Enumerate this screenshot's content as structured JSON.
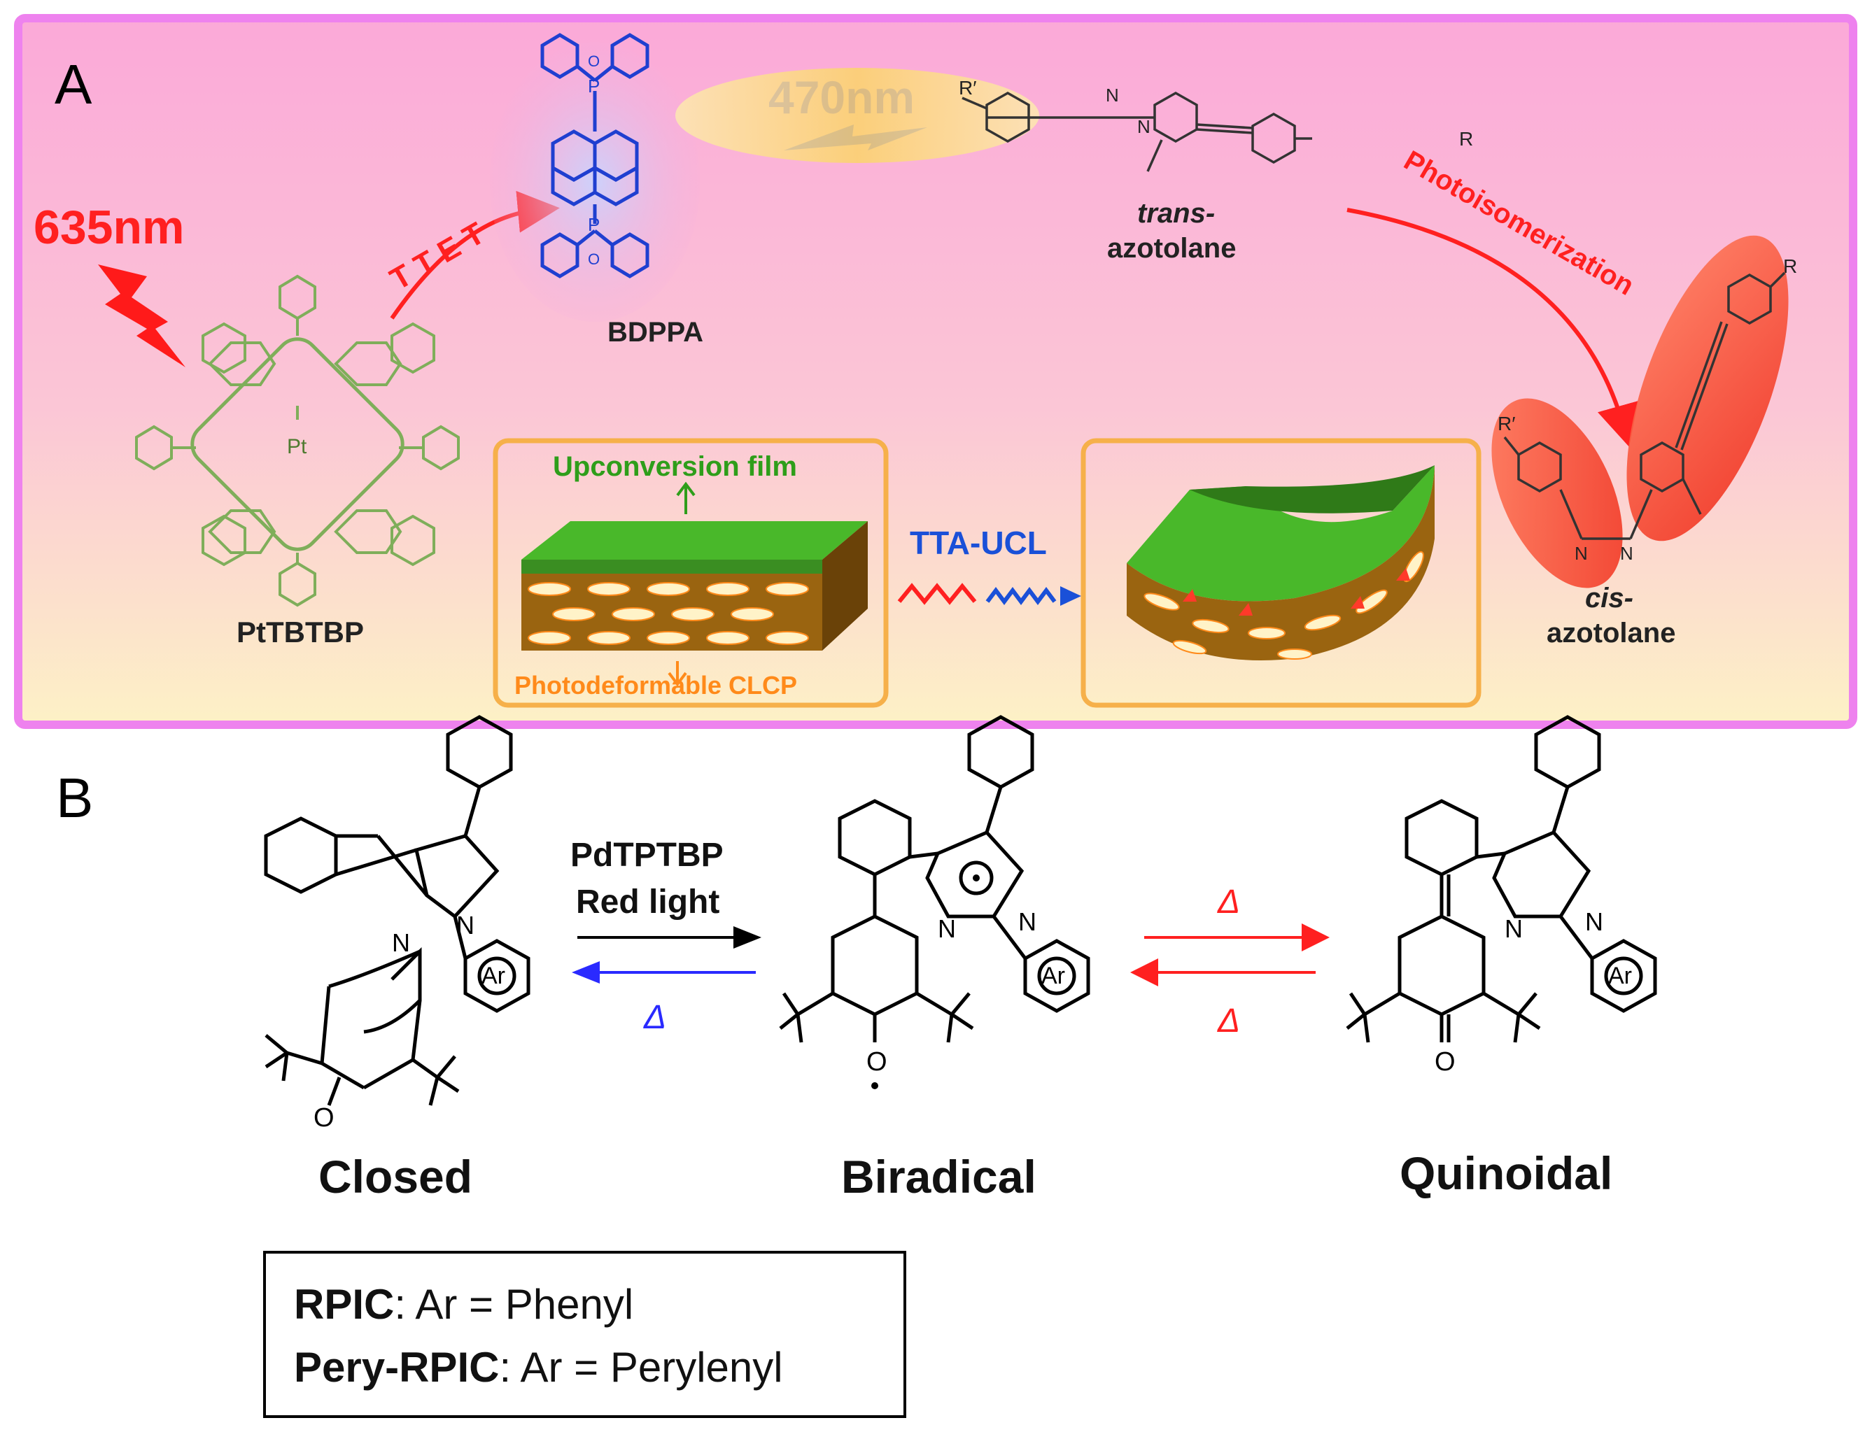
{
  "panel_a": {
    "label": "A",
    "wavelength_red": "635nm",
    "wavelength_blue": "470nm",
    "ttet": "T T E T",
    "bdppa": "BDPPA",
    "pttbtbp": "PtTBTBP",
    "pt_atom": "Pt",
    "n_atom": "N",
    "p_atom": "P",
    "o_atom": "O",
    "trans_italic": "trans-",
    "trans_name": "azotolane",
    "cis_italic": "cis-",
    "cis_name": "azotolane",
    "photoisomerization": "Photoisomerization",
    "upconversion_film": "Upconversion film",
    "photodeformable": "Photodeformable CLCP",
    "tta_ucl": "TTA-UCL",
    "r_group": "R",
    "r_prime": "R′"
  },
  "panel_b": {
    "label": "B",
    "catalyst": "PdTPTBP",
    "red_light": "Red light",
    "delta": "Δ",
    "closed": "Closed",
    "biradical": "Biradical",
    "quinoidal": "Quinoidal",
    "ar": "Ar",
    "n_atom": "N",
    "o_atom": "O",
    "legend": {
      "line1_bold": "RPIC",
      "line1_rest": ": Ar = Phenyl",
      "line2_bold": "Pery-RPIC",
      "line2_rest": ": Ar = Perylenyl"
    }
  },
  "colors": {
    "panel_border": "#ee82ee",
    "red_arrow": "#ff2020",
    "blue_arrow": "#2a2aff",
    "green_molecule": "#7fae5a",
    "blue_molecule": "#1f3fd0",
    "upconversion_green": "#2e9e1a",
    "clcp_orange": "#ff8a1a",
    "tta_blue": "#1a50d8",
    "frame_orange": "#f6b04a"
  }
}
